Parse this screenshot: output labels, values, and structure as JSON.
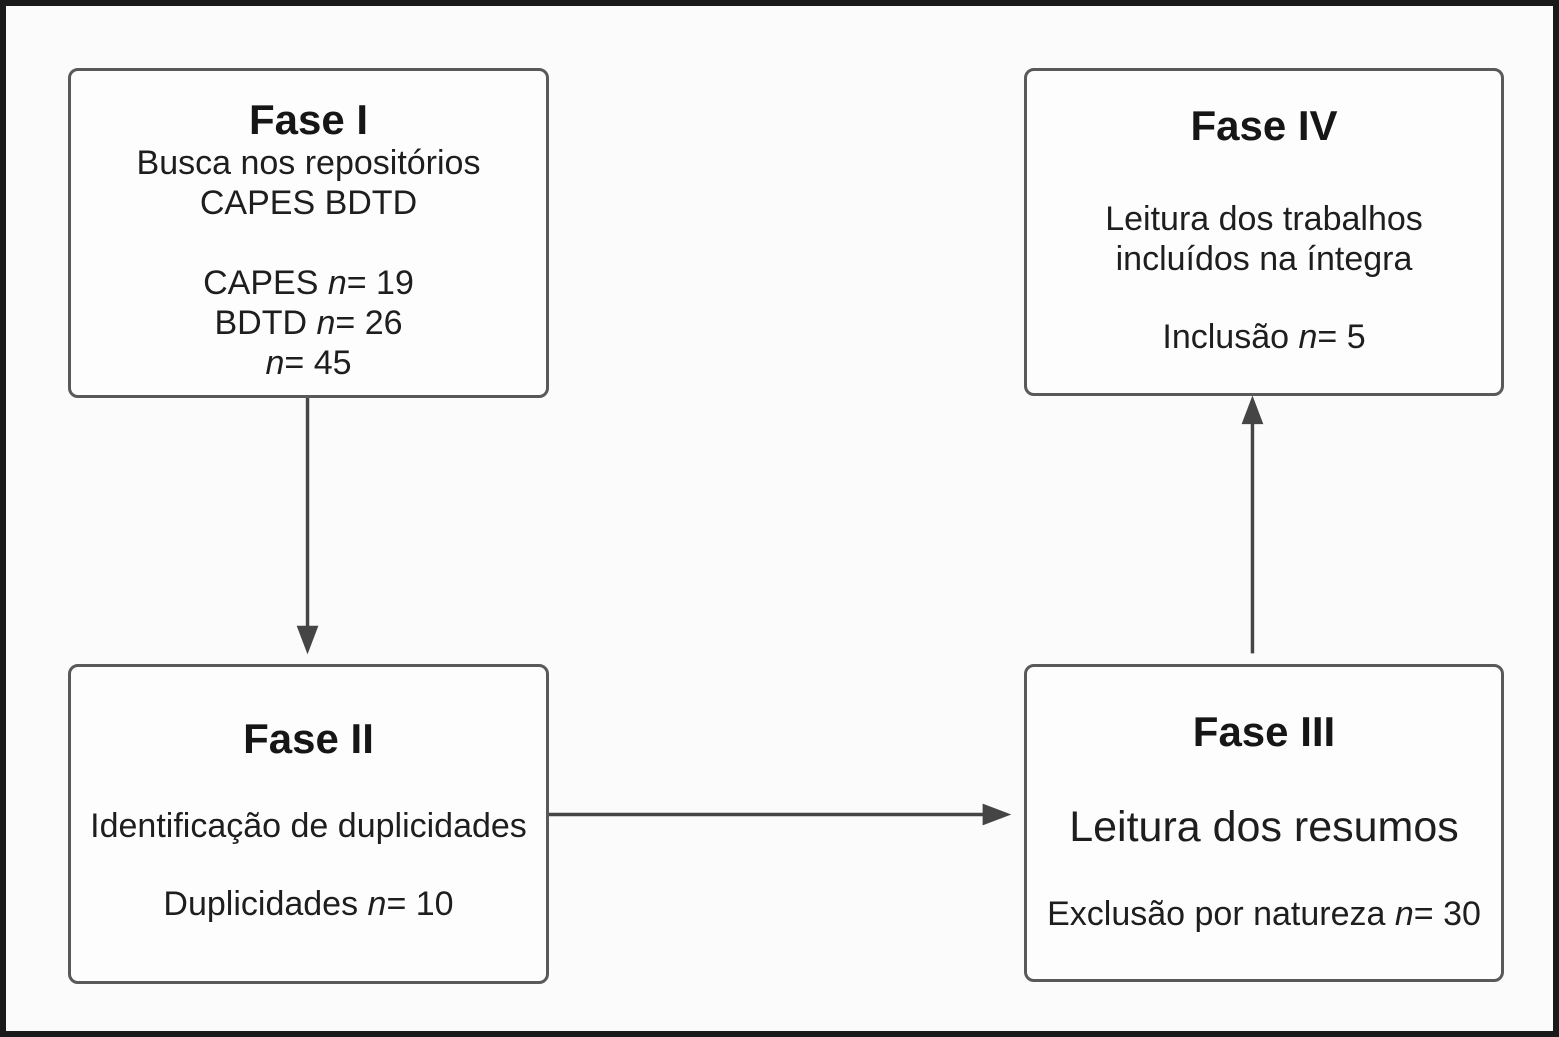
{
  "colors": {
    "background": "#fbfbfb",
    "outer_border": "#1a1a1a",
    "box_border": "#595959",
    "arrow": "#454545",
    "text": "#1e1e1e"
  },
  "boxes": {
    "fase1": {
      "title": "Fase I",
      "line1": "Busca nos repositórios",
      "line2": "CAPES BDTD",
      "stats": [
        {
          "pre": "CAPES ",
          "n": "n",
          "post": "= 19"
        },
        {
          "pre": "BDTD ",
          "n": "n",
          "post": "= 26"
        },
        {
          "pre": "",
          "n": "n",
          "post": "= 45"
        }
      ]
    },
    "fase2": {
      "title": "Fase II",
      "line1": "Identificação de duplicidades",
      "stat": {
        "pre": "Duplicidades ",
        "n": "n",
        "post": "= 10"
      }
    },
    "fase3": {
      "title": "Fase III",
      "line1": "Leitura dos resumos",
      "stat": {
        "pre": "Exclusão por natureza ",
        "n": "n",
        "post": "= 30"
      }
    },
    "fase4": {
      "title": "Fase IV",
      "line1": "Leitura dos trabalhos",
      "line2": "incluídos na íntegra",
      "stat": {
        "pre": "Inclusão ",
        "n": "n",
        "post": "= 5"
      }
    }
  }
}
